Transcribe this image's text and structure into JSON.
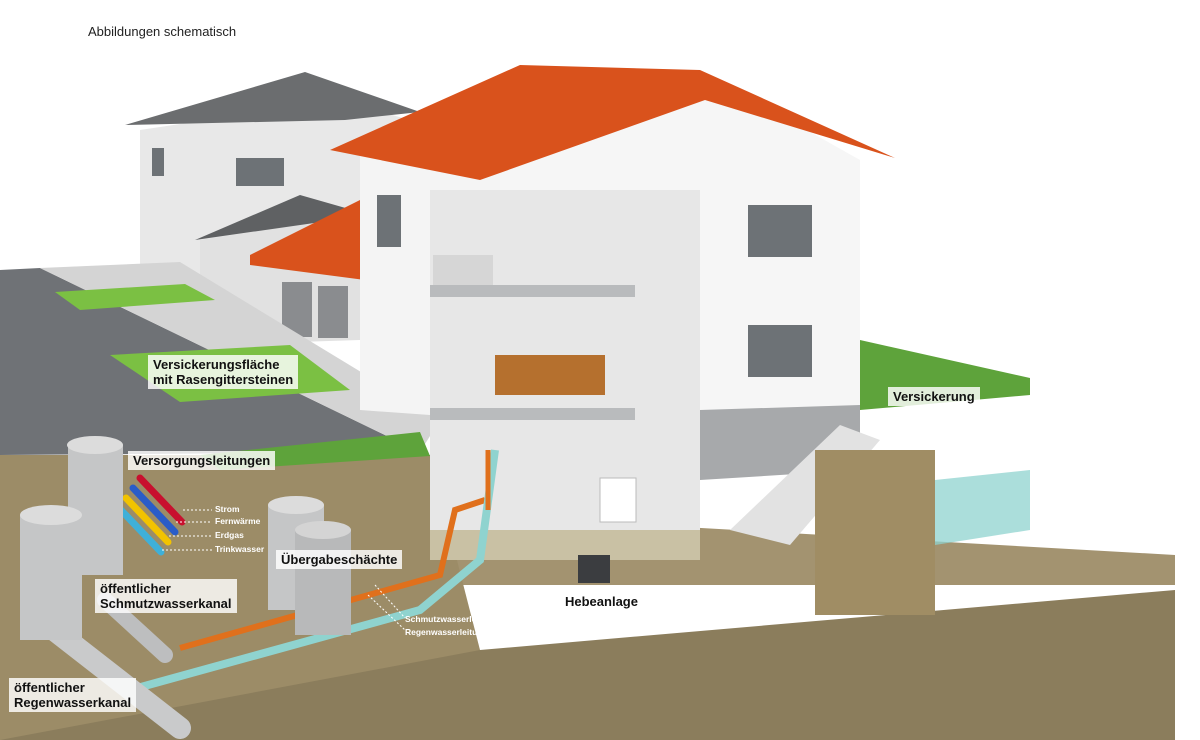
{
  "caption": "Abbildungen schematisch",
  "labels": {
    "versickerungsflaeche_line1": "Versickerungsfläche",
    "versickerungsflaeche_line2": "mit Rasengittersteinen",
    "versorgungsleitungen": "Versorgungsleitungen",
    "strom": "Strom",
    "fernwaerme": "Fernwärme",
    "erdgas": "Erdgas",
    "trinkwasser": "Trinkwasser",
    "uebergabeschaechte": "Übergabeschächte",
    "schmutzwasserkanal_line1": "öffentlicher",
    "schmutzwasserkanal_line2": "Schmutzwasserkanal",
    "regenwasserkanal_line1": "öffentlicher",
    "regenwasserkanal_line2": "Regenwasserkanal",
    "schmutzwasserleitung": "Schmutzwasserleitung",
    "regenwasserleitung": "Regenwasserleitung",
    "hebeanlage": "Hebeanlage",
    "versickerung": "Versickerung"
  },
  "colors": {
    "roof": "#d9521c",
    "wall": "#f4f4f4",
    "ground": "#8b7d5c",
    "grass": "#5ea33b",
    "strom": "#c8102e",
    "fernwaerme": "#2a5cc8",
    "erdgas": "#f2c300",
    "trinkwasser": "#3fb0d8",
    "schmutzwasser": "#e0701c",
    "regenwasser": "#8fd3cf"
  }
}
